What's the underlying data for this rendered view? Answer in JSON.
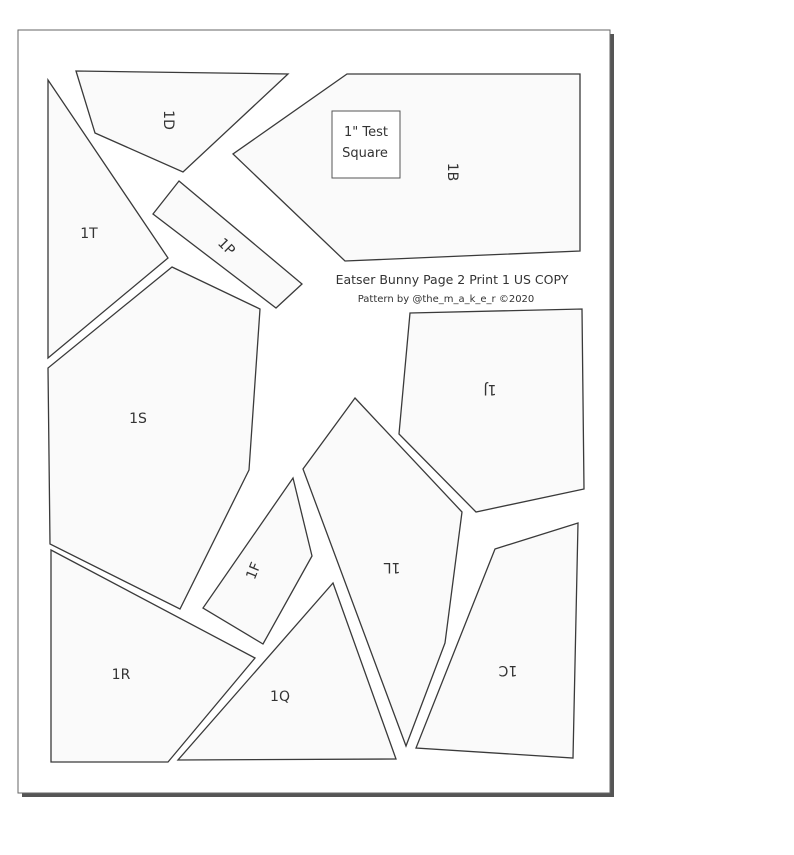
{
  "page": {
    "title": "Eatser Bunny Page 2 Print 1 US COPY",
    "credit": "Pattern by  @the_m_a_k_e_r ©2020"
  },
  "test_square": {
    "line1": "1\" Test",
    "line2": "Square"
  },
  "pieces": {
    "d": "1D",
    "b": "1B",
    "t": "1T",
    "p": "1P",
    "s": "1S",
    "j": "1J",
    "f": "1F",
    "l": "1L",
    "c": "1C",
    "r": "1R",
    "q": "1Q"
  }
}
